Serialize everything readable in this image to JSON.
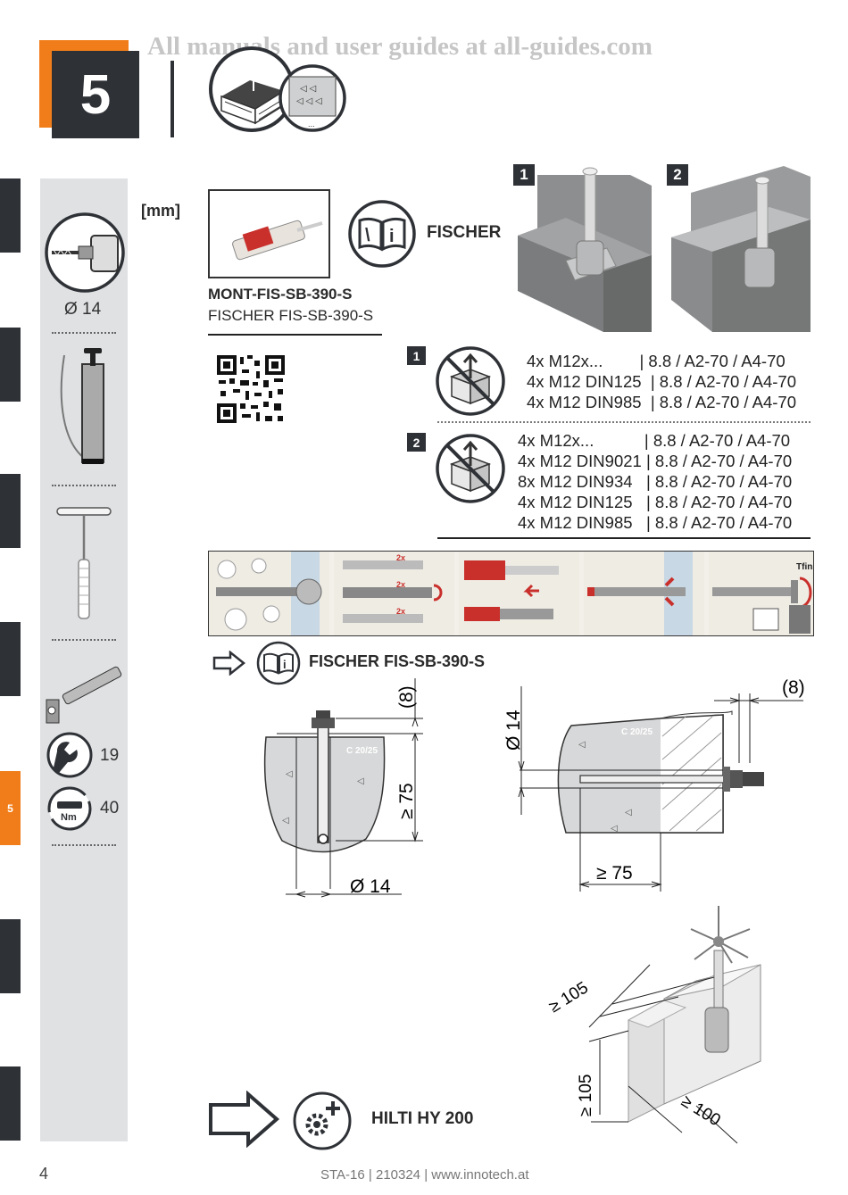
{
  "watermark": "All manuals and user guides at all-guides.com",
  "step": {
    "number": "5"
  },
  "side_tabs": {
    "active_label": "5"
  },
  "sidebar": {
    "drill_diameter": "Ø 14",
    "wrench_size": "19",
    "torque_value": "40",
    "torque_unit": "Nm"
  },
  "unit_label": "[mm]",
  "product": {
    "name": "MONT-FIS-SB-390-S",
    "subname": "FISCHER FIS-SB-390-S",
    "brand_label": "FISCHER",
    "ref_label": "FISCHER FIS-SB-390-S"
  },
  "variants": {
    "badge1": "1",
    "badge2": "2"
  },
  "screws": {
    "group1": [
      "4x M12x...        | 8.8 / A2-70 / A4-70",
      "4x M12 DIN125  | 8.8 / A2-70 / A4-70",
      "4x M12 DIN985  | 8.8 / A2-70 / A4-70"
    ],
    "group2": [
      "4x M12x...           | 8.8 / A2-70 / A4-70",
      "4x M12 DIN9021 | 8.8 / A2-70 / A4-70",
      "8x M12 DIN934   | 8.8 / A2-70 / A4-70",
      "4x M12 DIN125   | 8.8 / A2-70 / A4-70",
      "4x M12 DIN985   | 8.8 / A2-70 / A4-70"
    ]
  },
  "strip_labels": {
    "mult": "2x",
    "tfinst": "Tfinst"
  },
  "drawing1": {
    "dim_top": "(8)",
    "concrete": "C 20/25",
    "depth": "≥ 75",
    "diameter": "Ø 14"
  },
  "drawing2": {
    "diameter": "Ø 14",
    "dim_top": "(8)",
    "concrete": "C 20/25",
    "depth": "≥ 75"
  },
  "drawing3": {
    "edge1": "≥ 105",
    "edge2": "≥ 105",
    "edge3": "≥ 100"
  },
  "alternative": {
    "label": "HILTI HY 200"
  },
  "footer": {
    "page": "4",
    "doc": "STA-16 | 210324 | www.innotech.at"
  }
}
